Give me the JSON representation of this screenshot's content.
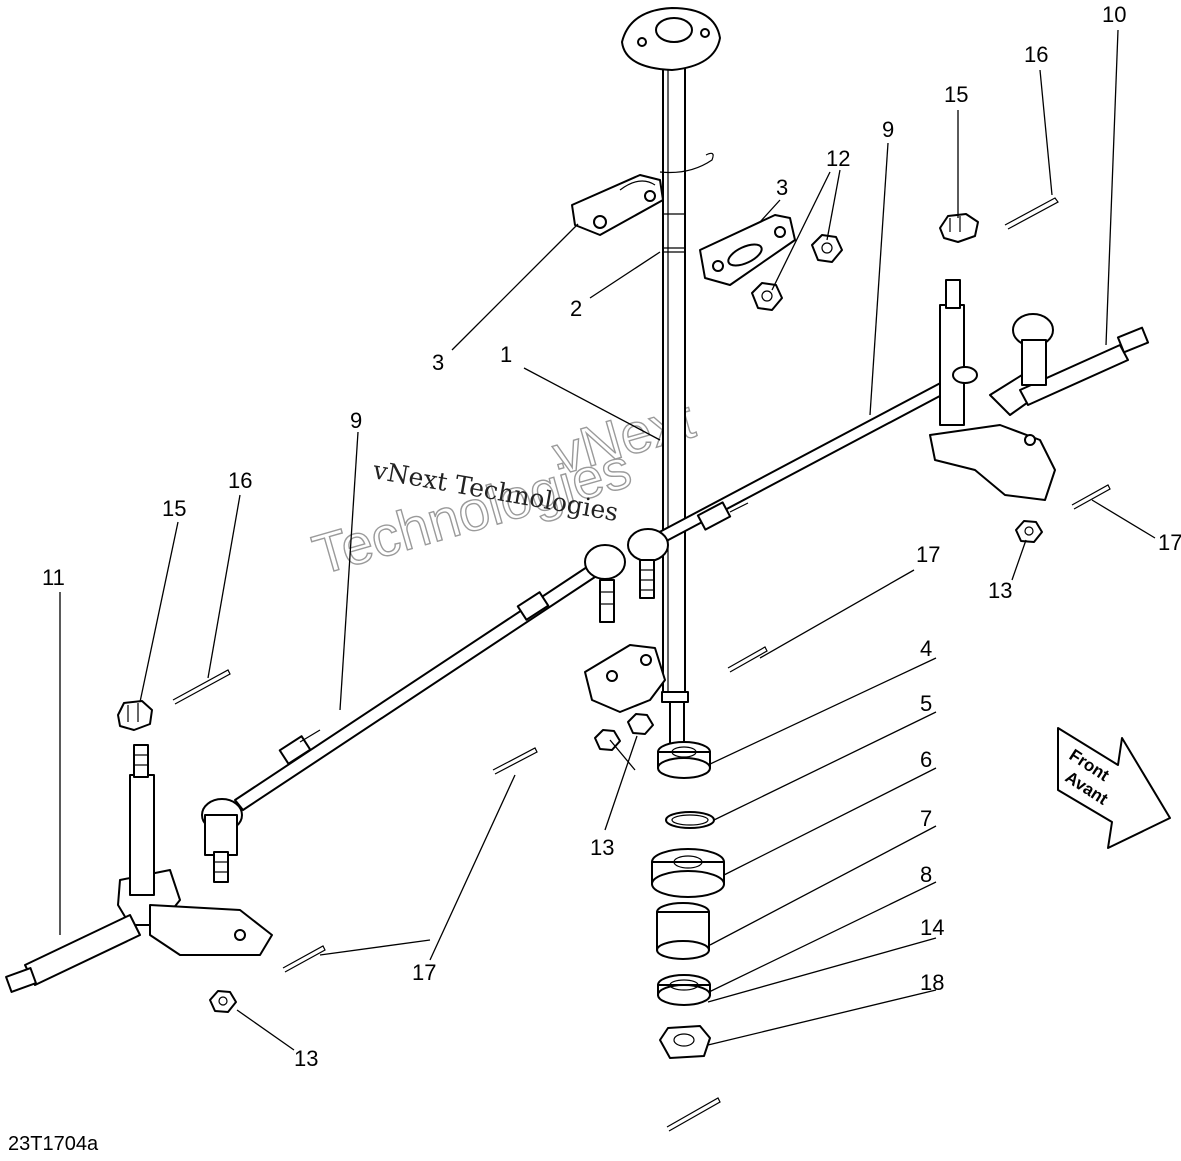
{
  "callouts": {
    "c1": "1",
    "c2": "2",
    "c3a": "3",
    "c3b": "3",
    "c4": "4",
    "c5": "5",
    "c6": "6",
    "c7": "7",
    "c8": "8",
    "c9a": "9",
    "c9b": "9",
    "c10": "10",
    "c11": "11",
    "c12": "12",
    "c13a": "13",
    "c13b": "13",
    "c13c": "13",
    "c14": "14",
    "c15a": "15",
    "c15b": "15",
    "c16a": "16",
    "c16b": "16",
    "c17a": "17",
    "c17b": "17",
    "c17c": "17",
    "c18": "18"
  },
  "front_arrow": {
    "line1": "Front",
    "line2": "Avant"
  },
  "watermark": {
    "line1": "vNext Technologies",
    "line2": "vNext",
    "line3": "Technologies"
  },
  "diagram_code": "23T1704a"
}
